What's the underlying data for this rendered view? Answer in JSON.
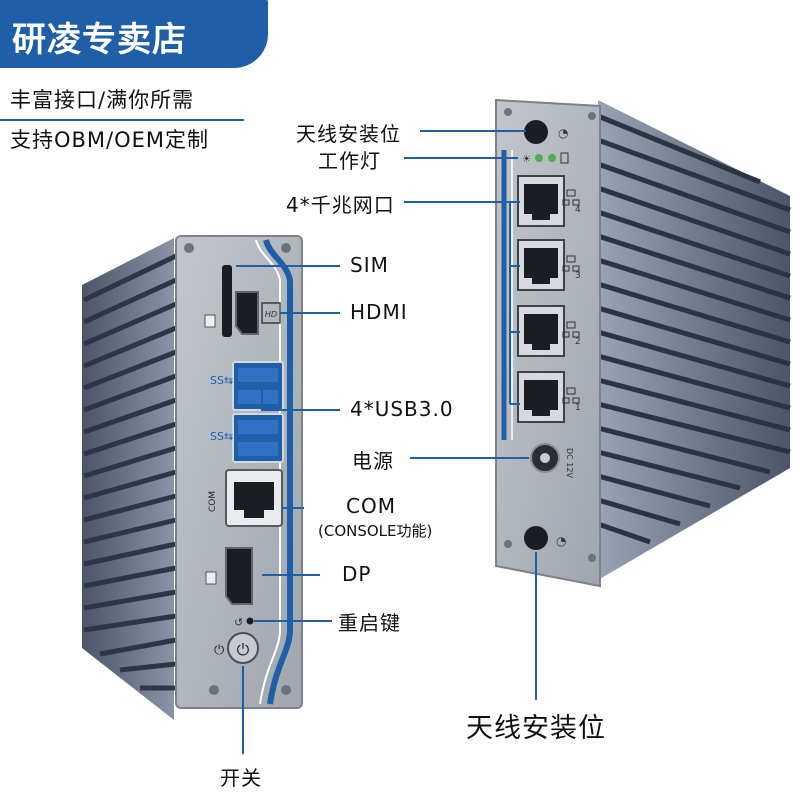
{
  "store_name": "研凌专卖店",
  "taglines": [
    "丰富接口/满你所需",
    "支持OBM/OEM定制"
  ],
  "labels": {
    "sim": "SIM",
    "hdmi": "HDMI",
    "usb": "4*USB3.0",
    "com": "COM",
    "com_note": "(CONSOLE功能)",
    "dp": "DP",
    "reset": "重启键",
    "power_switch": "开关",
    "antenna_top": "天线安装位",
    "work_light": "工作灯",
    "lan": "4*千兆网口",
    "power_in": "电源",
    "antenna_bottom": "天线安装位"
  },
  "port_marks": {
    "hdmi_logo": "HD",
    "com_mark": "COM",
    "dc_mark": "DC 12V",
    "lan_numbers": [
      "4",
      "3",
      "2",
      "1"
    ]
  },
  "colors": {
    "brand_blue": "#1f5fa8",
    "chassis": "#8e98aa",
    "panel": "#aeb3ba"
  }
}
